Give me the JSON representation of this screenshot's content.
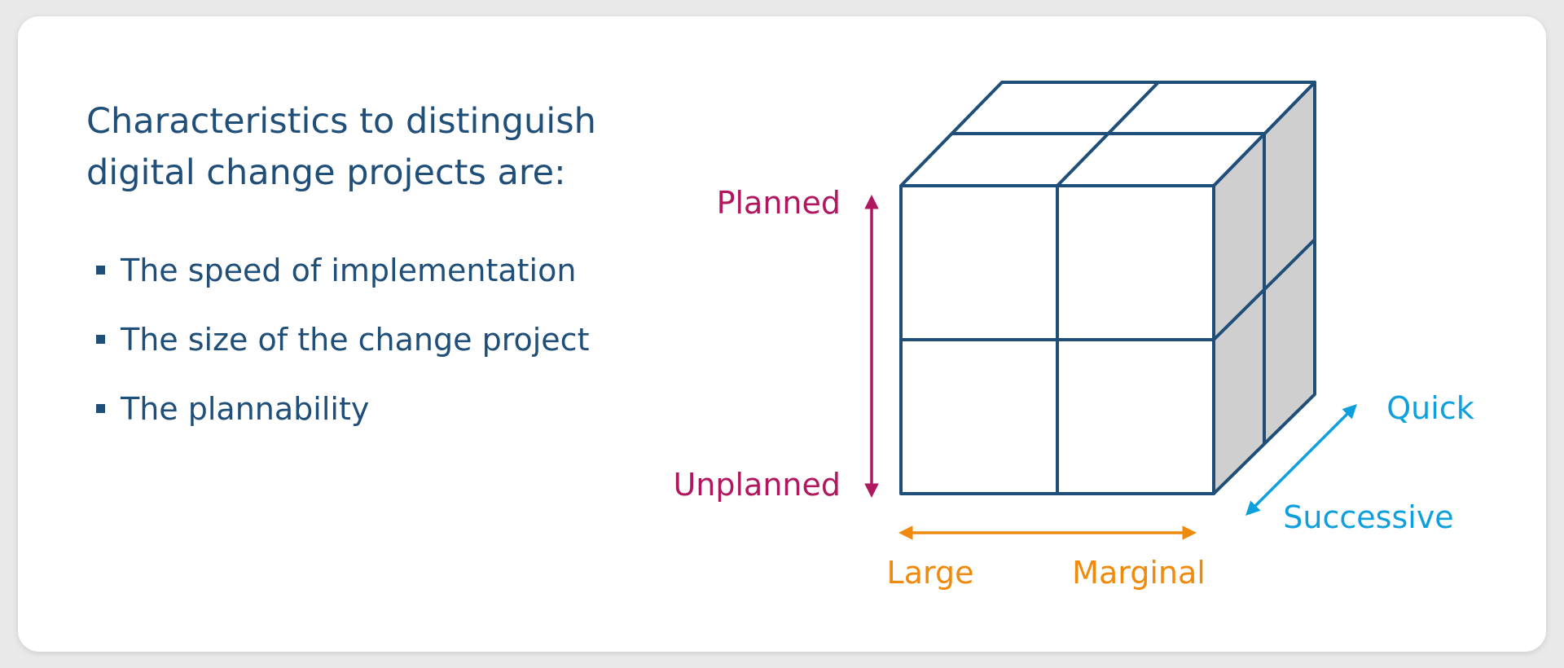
{
  "heading": "Characteristics to distinguish digital change projects are:",
  "bullets": [
    "The speed of implementation",
    "The size of the change project",
    "The plannability"
  ],
  "axes": {
    "vertical": {
      "top": "Planned",
      "bottom": "Unplanned",
      "color": "#b0175f"
    },
    "horizontal": {
      "left": "Large",
      "right": "Marginal",
      "color": "#f08a0c"
    },
    "depth": {
      "far": "Quick",
      "near": "Successive",
      "color": "#0ea0dc"
    }
  },
  "colors": {
    "cube_line": "#1f4e79",
    "side_fill": "#cfcfcf",
    "text": "#1f4e79"
  }
}
